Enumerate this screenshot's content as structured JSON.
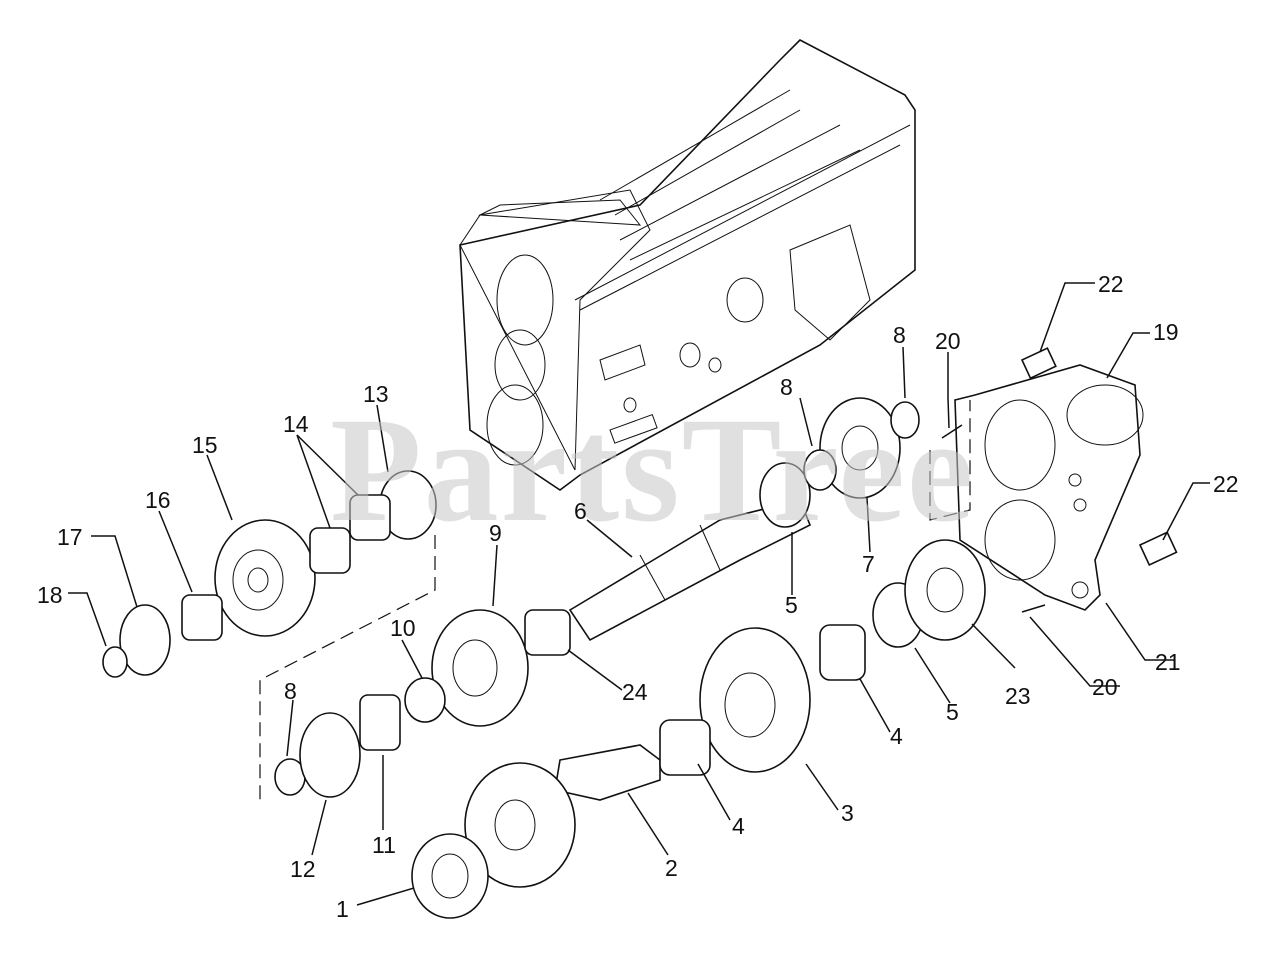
{
  "watermark": "PartsTree",
  "callouts": [
    {
      "id": "c1",
      "text": "1"
    },
    {
      "id": "c2",
      "text": "2"
    },
    {
      "id": "c3",
      "text": "3"
    },
    {
      "id": "c4a",
      "text": "4"
    },
    {
      "id": "c4b",
      "text": "4"
    },
    {
      "id": "c5a",
      "text": "5"
    },
    {
      "id": "c5b",
      "text": "5"
    },
    {
      "id": "c6",
      "text": "6"
    },
    {
      "id": "c7",
      "text": "7"
    },
    {
      "id": "c8a",
      "text": "8"
    },
    {
      "id": "c8b",
      "text": "8"
    },
    {
      "id": "c8c",
      "text": "8"
    },
    {
      "id": "c9",
      "text": "9"
    },
    {
      "id": "c10",
      "text": "10"
    },
    {
      "id": "c11",
      "text": "11"
    },
    {
      "id": "c12",
      "text": "12"
    },
    {
      "id": "c13",
      "text": "13"
    },
    {
      "id": "c14",
      "text": "14"
    },
    {
      "id": "c15",
      "text": "15"
    },
    {
      "id": "c16",
      "text": "16"
    },
    {
      "id": "c17",
      "text": "17"
    },
    {
      "id": "c18",
      "text": "18"
    },
    {
      "id": "c19",
      "text": "19"
    },
    {
      "id": "c20a",
      "text": "20"
    },
    {
      "id": "c20b",
      "text": "20"
    },
    {
      "id": "c21",
      "text": "21"
    },
    {
      "id": "c22a",
      "text": "22"
    },
    {
      "id": "c22b",
      "text": "22"
    },
    {
      "id": "c23",
      "text": "23"
    },
    {
      "id": "c24",
      "text": "24"
    }
  ]
}
